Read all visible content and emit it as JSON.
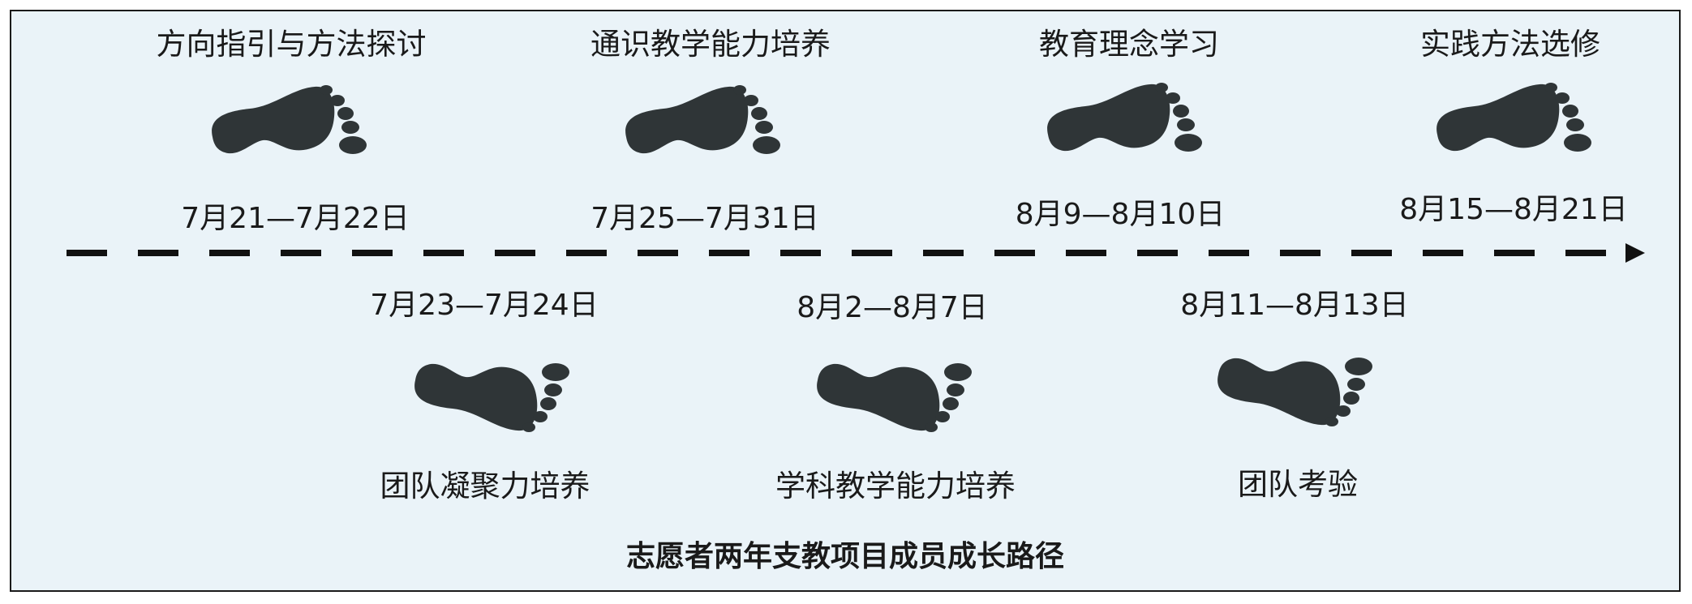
{
  "title": "志愿者两年支教项目成员成长路径",
  "colors": {
    "background": "#eaf3f8",
    "border": "#1a1a1a",
    "footprint": "#2f3537",
    "line": "#111111"
  },
  "icons": {
    "footprint": "footprint-icon",
    "arrow": "arrow-head-icon"
  },
  "stages_top": [
    {
      "label": "方向指引与方法探讨",
      "date": "7月21—7月22日"
    },
    {
      "label": "通识教学能力培养",
      "date": "7月25—7月31日"
    },
    {
      "label": "教育理念学习",
      "date": "8月9—8月10日"
    },
    {
      "label": "实践方法选修",
      "date": "8月15—8月21日"
    }
  ],
  "stages_bottom": [
    {
      "label": "团队凝聚力培养",
      "date": "7月23—7月24日"
    },
    {
      "label": "学科教学能力培养",
      "date": "8月2—8月7日"
    },
    {
      "label": "团队考验",
      "date": "8月11—8月13日"
    }
  ]
}
